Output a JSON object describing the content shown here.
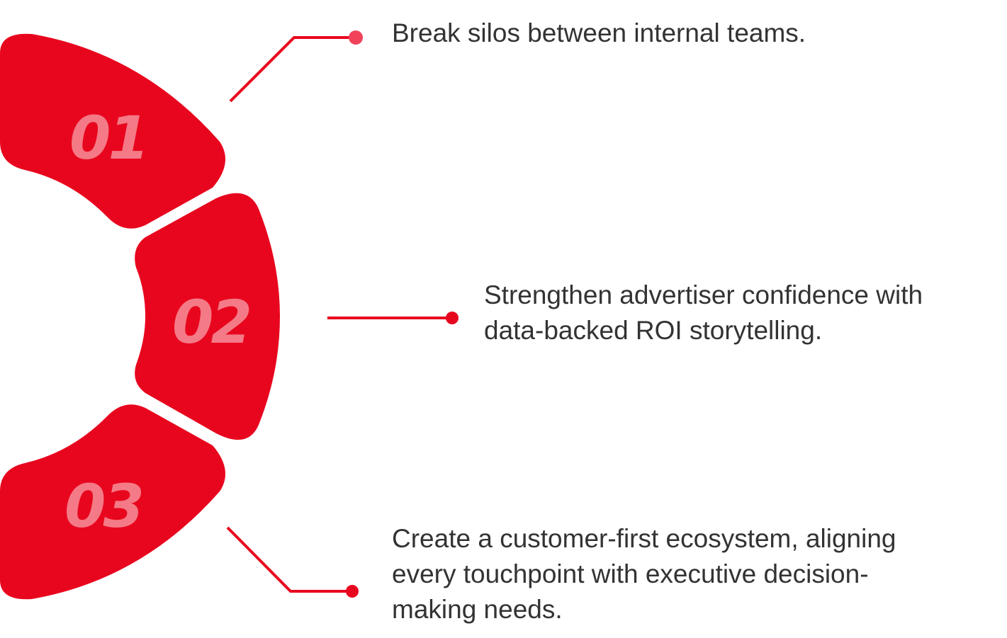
{
  "colors": {
    "segment": "#E8061E",
    "number": "#F47A87",
    "dot_first": "#F0435A",
    "text": "#333333"
  },
  "items": [
    {
      "number": "01",
      "lines": [
        "Break silos between internal teams."
      ]
    },
    {
      "number": "02",
      "lines": [
        "Strengthen advertiser confidence with",
        "data-backed ROI storytelling."
      ]
    },
    {
      "number": "03",
      "lines": [
        "Create a customer-first ecosystem, aligning",
        "every touchpoint with executive decision-",
        "making needs."
      ]
    }
  ]
}
